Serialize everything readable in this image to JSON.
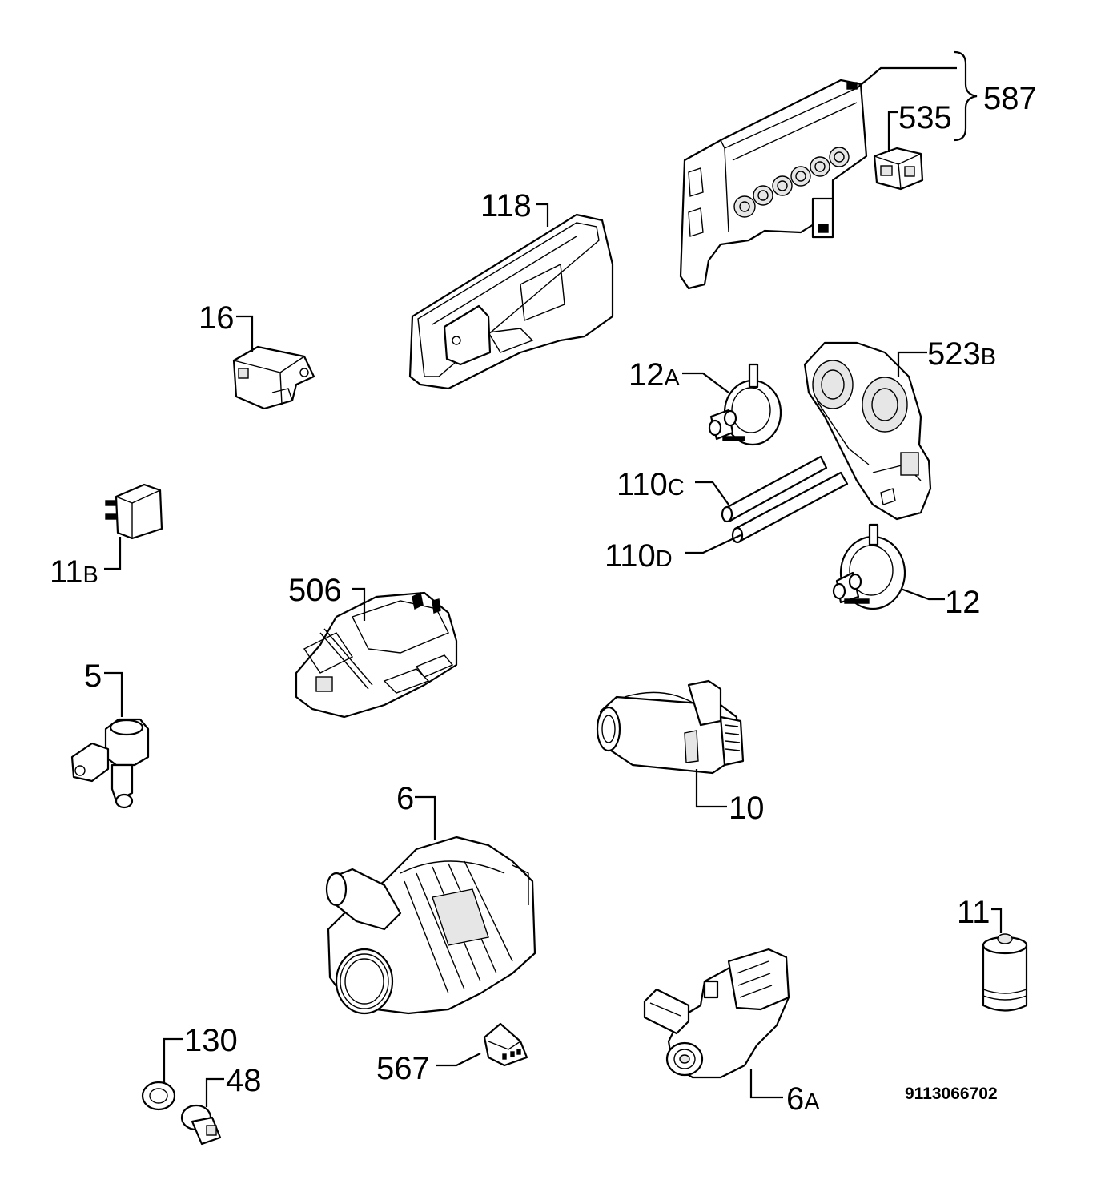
{
  "diagram_code": "9113066702",
  "labels": {
    "l587": {
      "num": "587",
      "suffix": ""
    },
    "l535": {
      "num": "535",
      "suffix": ""
    },
    "l118": {
      "num": "118",
      "suffix": ""
    },
    "l16": {
      "num": "16",
      "suffix": ""
    },
    "l12a": {
      "num": "12",
      "suffix": "A"
    },
    "l523b": {
      "num": "523",
      "suffix": "B"
    },
    "l110c": {
      "num": "110",
      "suffix": "C"
    },
    "l110d": {
      "num": "110",
      "suffix": "D"
    },
    "l12": {
      "num": "12",
      "suffix": ""
    },
    "l11b": {
      "num": "11",
      "suffix": "B"
    },
    "l506": {
      "num": "506",
      "suffix": ""
    },
    "l5": {
      "num": "5",
      "suffix": ""
    },
    "l10": {
      "num": "10",
      "suffix": ""
    },
    "l6": {
      "num": "6",
      "suffix": ""
    },
    "l11": {
      "num": "11",
      "suffix": ""
    },
    "l130": {
      "num": "130",
      "suffix": ""
    },
    "l48": {
      "num": "48",
      "suffix": ""
    },
    "l567": {
      "num": "567",
      "suffix": ""
    },
    "l6a": {
      "num": "6",
      "suffix": "A"
    }
  }
}
